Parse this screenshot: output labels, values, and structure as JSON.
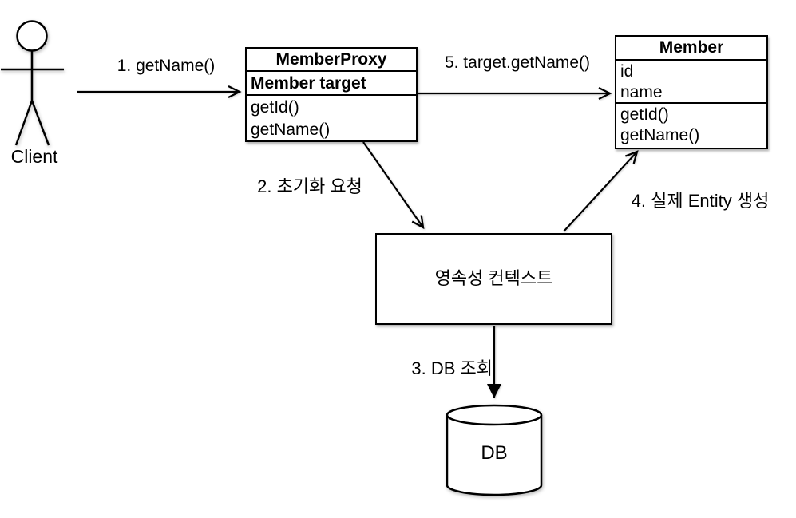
{
  "diagram": {
    "background_color": "#ffffff",
    "stroke_color": "#000000"
  },
  "actor": {
    "label": "Client"
  },
  "classes": {
    "member_proxy": {
      "title": "MemberProxy",
      "attributes": [
        "Member target"
      ],
      "methods": [
        "getId()",
        "getName()"
      ]
    },
    "member": {
      "title": "Member",
      "attributes": [
        "id",
        "name"
      ],
      "methods": [
        "getId()",
        "getName()"
      ]
    }
  },
  "persistence_context": {
    "label": "영속성 컨텍스트"
  },
  "database": {
    "label": "DB"
  },
  "messages": {
    "m1": "1. getName()",
    "m2": "2. 초기화 요청",
    "m3": "3. DB 조회",
    "m4": "4. 실제 Entity 생성",
    "m5": "5. target.getName()"
  }
}
